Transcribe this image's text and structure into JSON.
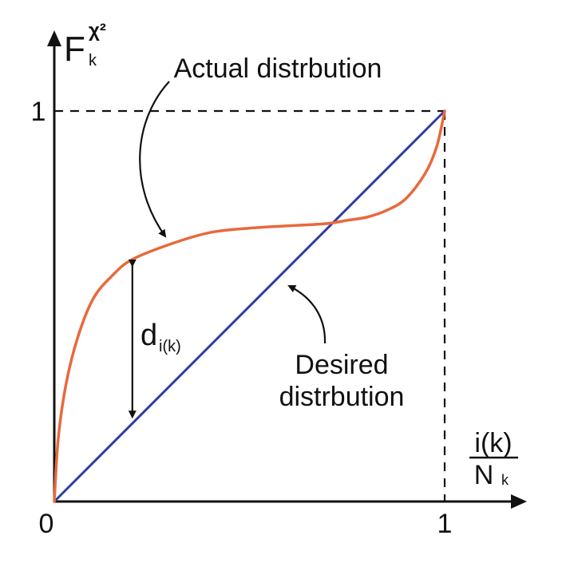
{
  "chart_data": {
    "type": "line",
    "x_axis_label": {
      "numerator": "i(k)",
      "denominator_base": "N",
      "denominator_sub": "k"
    },
    "y_axis_label": {
      "base": "F",
      "sub": "k",
      "sup": "χ²"
    },
    "origin_label": "0",
    "x_tick_labels": [
      "1"
    ],
    "y_tick_labels": [
      "1"
    ],
    "xlim": [
      0,
      1
    ],
    "ylim": [
      0,
      1
    ],
    "reference_lines": "dashed at x = 1 and y = 1",
    "series": [
      {
        "name": "Actual distrbution",
        "color": "#E8693C",
        "x": [
          0,
          0.01,
          0.03,
          0.06,
          0.1,
          0.15,
          0.2,
          0.3,
          0.4,
          0.5,
          0.6,
          0.7,
          0.75,
          0.8,
          0.85,
          0.9,
          0.95,
          0.98,
          1.0
        ],
        "y": [
          0,
          0.16,
          0.3,
          0.42,
          0.52,
          0.58,
          0.62,
          0.66,
          0.689,
          0.7,
          0.706,
          0.712,
          0.72,
          0.728,
          0.745,
          0.775,
          0.84,
          0.91,
          1.0
        ]
      },
      {
        "name": "Desired distrbution",
        "color": "#2B3FA0",
        "x": [
          0,
          1
        ],
        "y": [
          0,
          1
        ]
      }
    ],
    "annotations": {
      "actual_label": "Actual distrbution",
      "desired_label_line1": "Desired",
      "desired_label_line2": "distrbution",
      "distance_label_base": "d",
      "distance_label_sub": "i(k)",
      "distance_at_x": 0.2
    }
  }
}
